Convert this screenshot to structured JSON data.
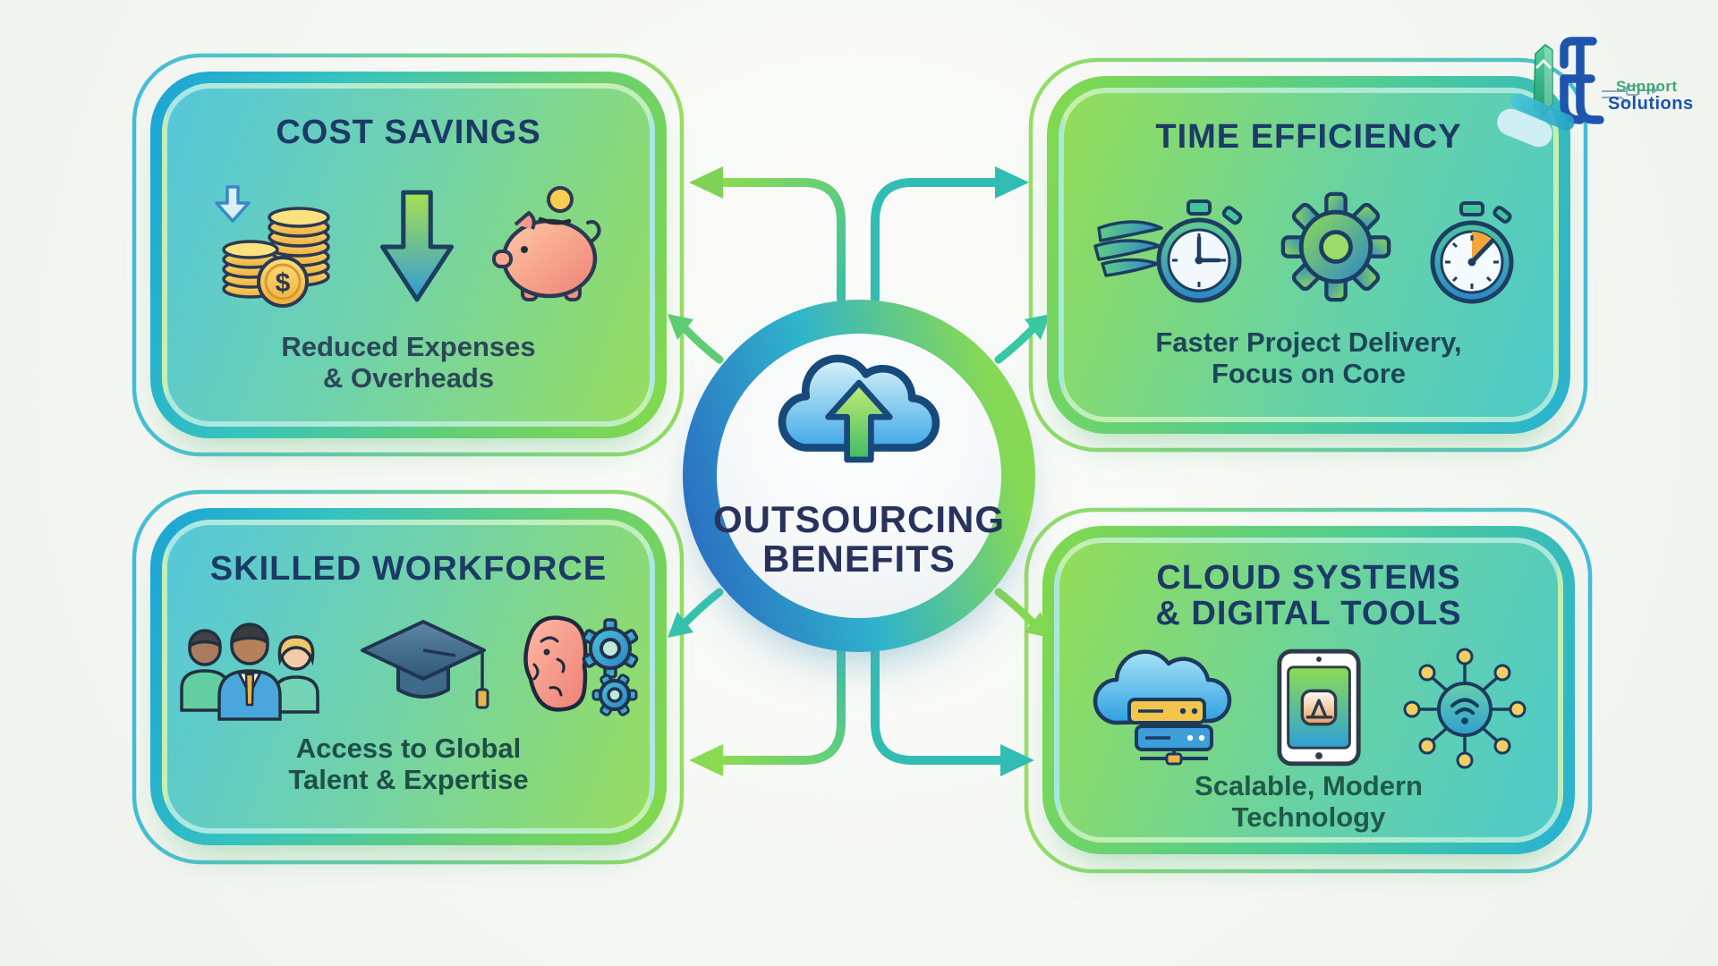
{
  "page": {
    "background": "#f6f7f4"
  },
  "logo": {
    "mark": "it",
    "word1": "Support",
    "word2": "Solutions",
    "green": "#3ba96e",
    "blue": "#1a55ae"
  },
  "hub": {
    "line1": "OUTSOURCING",
    "line2": "BENEFITS",
    "icon": "cloud-upload-icon"
  },
  "cards": [
    {
      "id": "cost-savings",
      "title": "COST SAVINGS",
      "title2": "",
      "body1": "Reduced Expenses",
      "body2": "& Overheads",
      "icons": [
        "coins-icon",
        "down-arrow-icon",
        "piggy-bank-icon"
      ]
    },
    {
      "id": "time-efficiency",
      "title": "TIME EFFICIENCY",
      "title2": "",
      "body1": "Faster Project Delivery,",
      "body2": "Focus on Core",
      "icons": [
        "winged-stopwatch-icon",
        "gear-icon",
        "stopwatch-icon"
      ]
    },
    {
      "id": "skilled-workforce",
      "title": "SKILLED WORKFORCE",
      "title2": "",
      "body1": "Access to Global",
      "body2": "Talent & Expertise",
      "icons": [
        "team-icon",
        "graduation-cap-icon",
        "brain-gears-icon"
      ]
    },
    {
      "id": "cloud-digital",
      "title": "CLOUD SYSTEMS",
      "title2": "& DIGITAL TOOLS",
      "body1": "Scalable, Modern",
      "body2": "Technology",
      "icons": [
        "cloud-server-icon",
        "tablet-icon",
        "network-icon"
      ]
    }
  ],
  "colors": {
    "teal": "#2fb7c8",
    "green": "#86d955",
    "blue": "#2d7ec5",
    "navy_title": "#1c3a66",
    "arrow_teal": "#31bdb3",
    "arrow_green": "#7ed357"
  }
}
